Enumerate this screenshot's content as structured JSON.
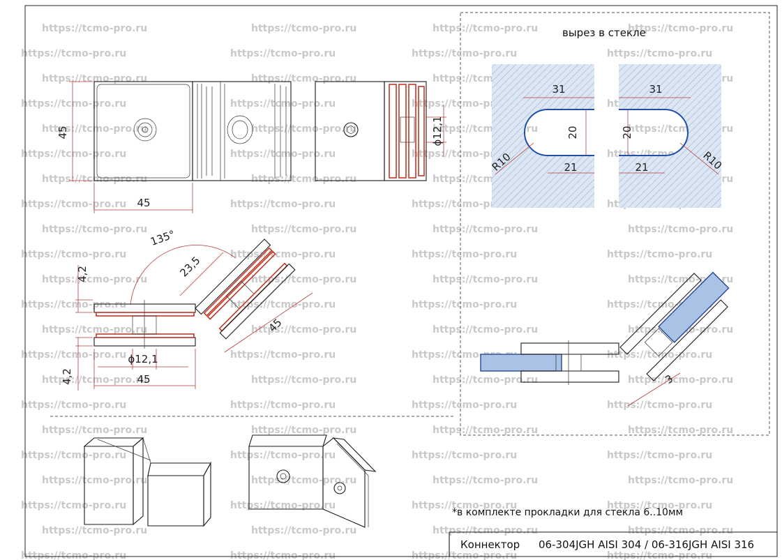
{
  "watermark": "https://tcmo-pro.ru",
  "cut_panel": {
    "heading": "вырез в стекле",
    "dims": {
      "width": "31",
      "height": "20",
      "depth": "21",
      "radius": "R10"
    }
  },
  "front_view": {
    "height": "45",
    "width": "45"
  },
  "side_view": {
    "hole": "ϕ12,1"
  },
  "angle_view": {
    "angle": "135°",
    "offset": "23,5",
    "length": "45",
    "gap_top": "4,2",
    "gap_bottom": "4,2",
    "hole": "ϕ12,1",
    "width": "45"
  },
  "glass_section": {
    "gap": "3"
  },
  "footnote": "*в комплекте прокладки для стекла 6..10мм",
  "title_block": {
    "label": "Коннектор",
    "model": "06-304JGH AISI 304  /  06-316JGH AISI 316"
  }
}
